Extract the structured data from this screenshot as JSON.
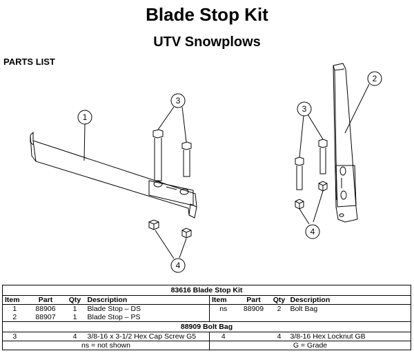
{
  "title": "Blade Stop Kit",
  "subtitle": "UTV Snowplows",
  "parts_list_heading": "PARTS LIST",
  "callouts": {
    "c1": "1",
    "c2": "2",
    "c3a": "3",
    "c3b": "3",
    "c4a": "4",
    "c4b": "4"
  },
  "kit": {
    "header": "83616  Blade Stop Kit",
    "columns": {
      "item": "Item",
      "part": "Part",
      "qty": "Qty",
      "description": "Description"
    },
    "rows": [
      {
        "item": "1",
        "part": "88906",
        "qty": "1",
        "description": "Blade Stop – DS"
      },
      {
        "item": "2",
        "part": "88907",
        "qty": "1",
        "description": "Blade Stop – PS"
      }
    ],
    "right_rows": [
      {
        "item": "ns",
        "part": "88909",
        "qty": "2",
        "description": "Bolt Bag"
      }
    ]
  },
  "bolt_bag": {
    "header": "88909  Bolt Bag",
    "left": {
      "item": "3",
      "qty": "4",
      "description": "3/8-16 x 3-1/2 Hex Cap Screw G5"
    },
    "right": {
      "item": "4",
      "qty": "4",
      "description": "3/8-16 Hex Locknut GB"
    }
  },
  "footer": {
    "left": "ns = not shown",
    "right": "G = Grade"
  }
}
